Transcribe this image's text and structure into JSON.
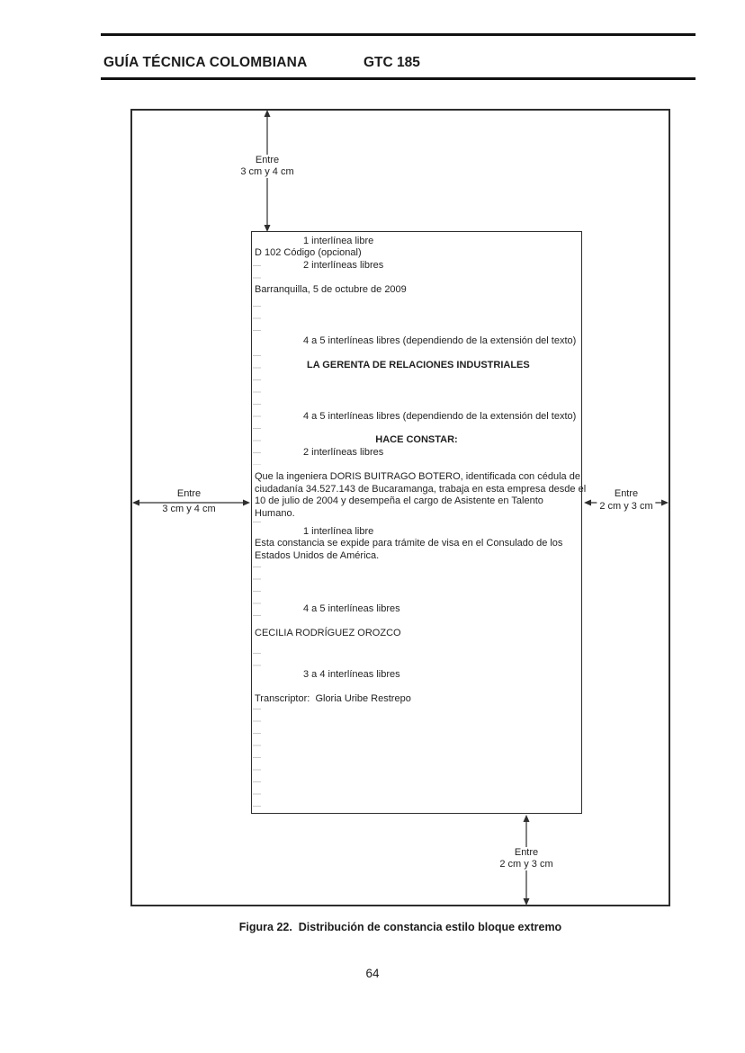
{
  "header": {
    "title": "GUÍA TÉCNICA COLOMBIANA",
    "code": "GTC 185"
  },
  "figure": {
    "caption": "Figura 22.  Distribución de constancia estilo bloque extremo",
    "page_number": "64",
    "margins": {
      "top": {
        "line1": "Entre",
        "line2": "3 cm y 4 cm"
      },
      "left": {
        "line1": "Entre",
        "line2": "3 cm y 4 cm"
      },
      "right": {
        "line1": "Entre",
        "line2": "2 cm y 3 cm"
      },
      "bottom": {
        "line1": "Entre",
        "line2": "2 cm y 3 cm"
      }
    },
    "colors": {
      "ink": "#1c1c1c",
      "frame": "#2e2e2e",
      "interline_tick": "#c9c9c9"
    }
  },
  "document": {
    "lines": [
      {
        "text": "1 interlínea libre"
      },
      {
        "text": "D 102 Código (opcional)"
      },
      {
        "text": "2 interlíneas libres"
      },
      {
        "text": "Barranquilla, 5 de octubre de 2009"
      },
      {
        "text": "4 a 5 interlíneas libres (dependiendo de la extensión del texto)"
      },
      {
        "text": "LA GERENTA DE RELACIONES INDUSTRIALES"
      },
      {
        "text": "4 a 5 interlíneas libres (dependiendo de la extensión del texto)"
      },
      {
        "text": "HACE CONSTAR:"
      },
      {
        "text": "2 interlíneas libres"
      },
      {
        "text": "Que la ingeniera DORIS BUITRAGO BOTERO, identificada con cédula de\nciudadanía 34.527.143 de Bucaramanga, trabaja en esta empresa desde el\n10 de julio de 2004 y desempeña el cargo de Asistente en Talento\nHumano."
      },
      {
        "text": "1 interlínea libre"
      },
      {
        "text": "Esta constancia se expide para trámite de visa en el Consulado de los\nEstados Unidos de América."
      },
      {
        "text": "4 a 5 interlíneas libres"
      },
      {
        "text": "CECILIA RODRÍGUEZ OROZCO"
      },
      {
        "text": "3 a 4 interlíneas libres"
      },
      {
        "text": "Transcriptor:  Gloria Uribe Restrepo"
      }
    ]
  }
}
